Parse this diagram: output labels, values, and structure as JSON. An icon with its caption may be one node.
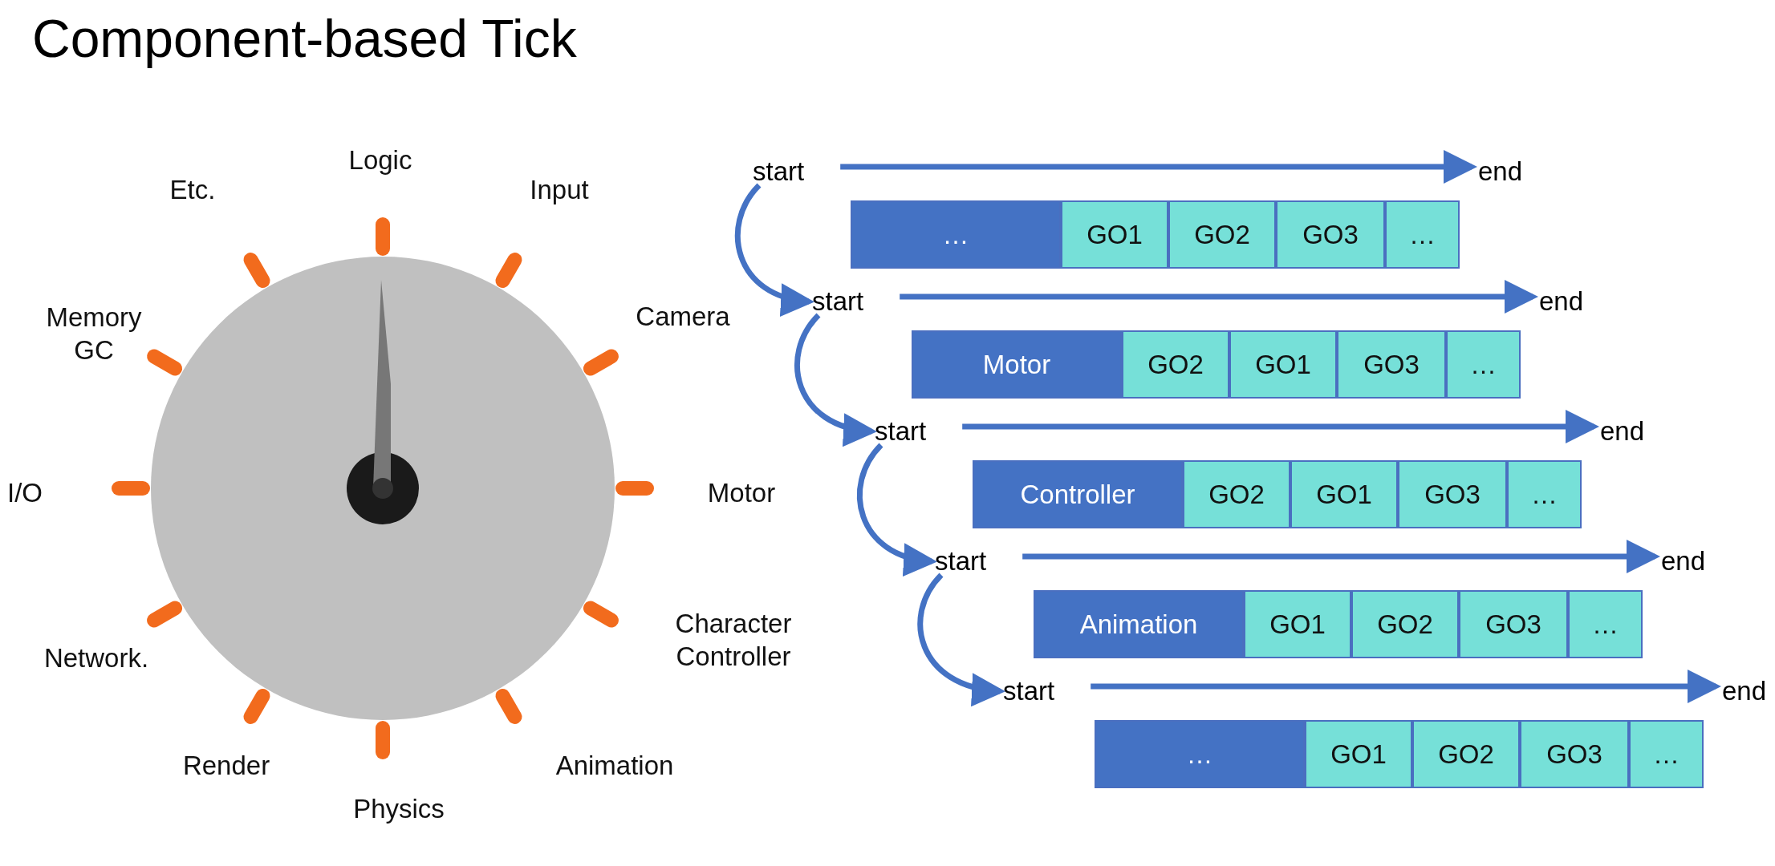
{
  "diagram": {
    "title": "Component-based Tick",
    "nodes": [
      {
        "text": [
          "start"
        ]
      },
      {
        "text": [
          "end"
        ]
      },
      {
        "text": [
          "…"
        ]
      },
      {
        "text": [
          "GO1"
        ]
      },
      {
        "text": [
          "GO2"
        ]
      },
      {
        "text": [
          "GO3"
        ]
      },
      {
        "text": [
          "…"
        ]
      },
      {
        "text": [
          "start"
        ]
      },
      {
        "text": [
          "end"
        ]
      },
      {
        "text": [
          "Motor"
        ]
      },
      {
        "text": [
          "GO2"
        ]
      },
      {
        "text": [
          "GO1"
        ]
      },
      {
        "text": [
          "GO3"
        ]
      },
      {
        "text": [
          "…"
        ]
      },
      {
        "text": [
          "start"
        ]
      },
      {
        "text": [
          "end"
        ]
      },
      {
        "text": [
          "Controller"
        ]
      },
      {
        "text": [
          "GO2"
        ]
      },
      {
        "text": [
          "GO1"
        ]
      },
      {
        "text": [
          "GO3"
        ]
      },
      {
        "text": [
          "…"
        ]
      },
      {
        "text": [
          "start"
        ]
      },
      {
        "text": [
          "end"
        ]
      },
      {
        "text": [
          "Animation"
        ]
      },
      {
        "text": [
          "GO1"
        ]
      },
      {
        "text": [
          "GO2"
        ]
      },
      {
        "text": [
          "GO3"
        ]
      },
      {
        "text": [
          "…"
        ]
      },
      {
        "text": [
          "start"
        ]
      },
      {
        "text": [
          "end"
        ]
      },
      {
        "text": [
          "…"
        ]
      },
      {
        "text": [
          "GO1"
        ]
      },
      {
        "text": [
          "GO2"
        ]
      },
      {
        "text": [
          "GO3"
        ]
      },
      {
        "text": [
          "…"
        ]
      }
    ],
    "edges": [
      {
        "from": 0,
        "to": 1,
        "arrow": "to"
      },
      {
        "from": 0,
        "to": 7,
        "arrow": "to"
      },
      {
        "from": 7,
        "to": 8,
        "arrow": "to"
      },
      {
        "from": 7,
        "to": 14,
        "arrow": "to"
      },
      {
        "from": 14,
        "to": 15,
        "arrow": "to"
      },
      {
        "from": 14,
        "to": 21,
        "arrow": "to"
      },
      {
        "from": 21,
        "to": 22,
        "arrow": "to"
      },
      {
        "from": 21,
        "to": 28,
        "arrow": "to"
      },
      {
        "from": 28,
        "to": 29,
        "arrow": "to"
      }
    ],
    "labels": [
      "Logic",
      "Etc.",
      "Input",
      "Memory GC",
      "Camera",
      "I/O",
      "Motor",
      "Network.",
      "Character Controller",
      "Render",
      "Animation",
      "Physics"
    ]
  }
}
